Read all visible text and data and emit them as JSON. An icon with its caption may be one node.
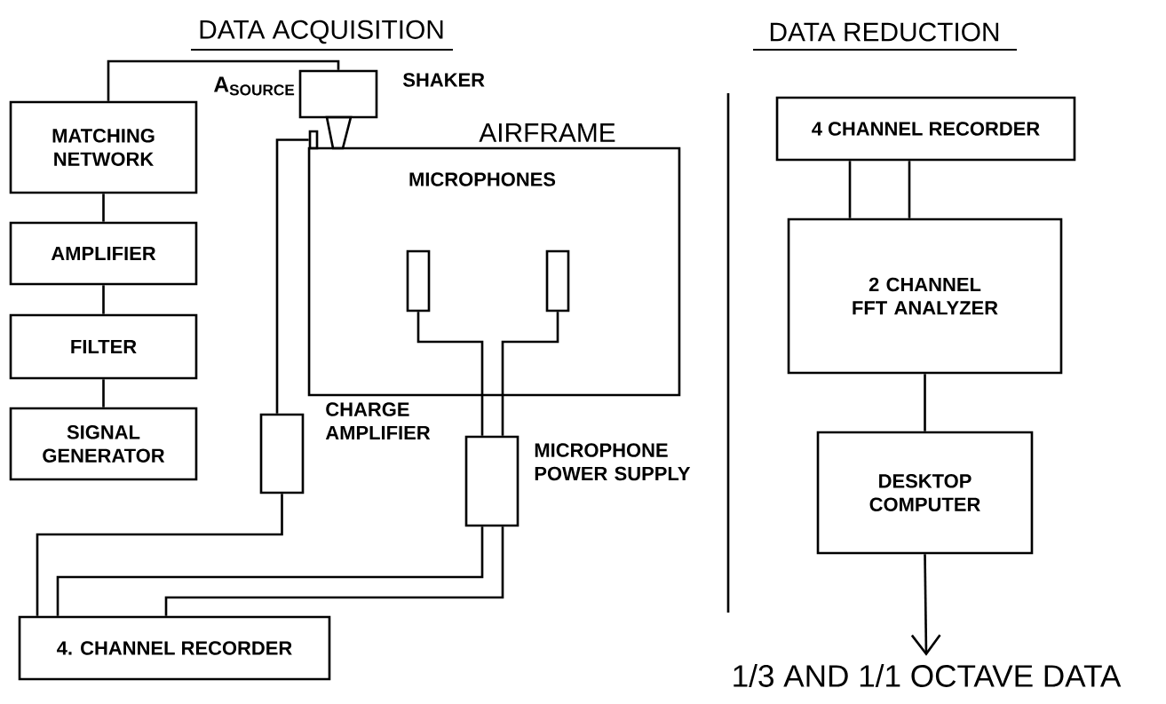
{
  "diagram": {
    "nodes": [
      {
        "text": [
          "MATCHING NETWORK"
        ]
      },
      {
        "text": [
          "AMPLIFIER"
        ]
      },
      {
        "text": [
          "FILTER"
        ]
      },
      {
        "text": [
          "SIGNAL GENERATOR"
        ]
      },
      {
        "text": [],
        "shape": "box",
        "beside": [
          "SHAKER"
        ]
      },
      {
        "text": [],
        "shape": "box"
      },
      {
        "text": [
          "AIRFRAME",
          "MICROPHONES"
        ]
      },
      {
        "text": [],
        "shape": "box",
        "in": 6
      },
      {
        "text": [],
        "shape": "box",
        "in": 6
      },
      {
        "text": [],
        "shape": "box",
        "beside": [
          "CHARGE AMPLIFIER"
        ]
      },
      {
        "text": [],
        "shape": "box",
        "beside": [
          "MICROPHONE POWER SUPPLY"
        ]
      },
      {
        "text": [
          "4. CHANNEL RECORDER"
        ]
      },
      {
        "text": [
          "4 CHANNEL RECORDER"
        ]
      },
      {
        "text": [
          "2 CHANNEL FFT ANALYZER"
        ]
      },
      {
        "text": [
          "DESKTOP COMPUTER"
        ]
      },
      {
        "text": [
          "1/3 AND 1/1 OCTAVE DATA"
        ]
      }
    ],
    "edges": [
      {
        "from": 0,
        "to": 1,
        "arrow": "none"
      },
      {
        "from": 1,
        "to": 2,
        "arrow": "none"
      },
      {
        "from": 2,
        "to": 3,
        "arrow": "none"
      },
      {
        "from": 0,
        "to": 4,
        "arrow": "none"
      },
      {
        "from": 9,
        "to": 5,
        "arrow": "none"
      },
      {
        "from": 9,
        "to": 11,
        "arrow": "none"
      },
      {
        "from": 7,
        "to": 10,
        "arrow": "none"
      },
      {
        "from": 8,
        "to": 10,
        "arrow": "none"
      },
      {
        "from": 10,
        "to": 11,
        "arrow": "none"
      },
      {
        "from": 10,
        "to": 11,
        "arrow": "none"
      },
      {
        "from": 12,
        "to": 13,
        "arrow": "none"
      },
      {
        "from": 12,
        "to": 13,
        "arrow": "none"
      },
      {
        "from": 13,
        "to": 14,
        "arrow": "none"
      },
      {
        "from": 14,
        "to": 15,
        "arrow": "to"
      }
    ],
    "labels": [
      "DATA ACQUISITION",
      "DATA REDUCTION",
      "A$_{SOURCE}$"
    ]
  }
}
